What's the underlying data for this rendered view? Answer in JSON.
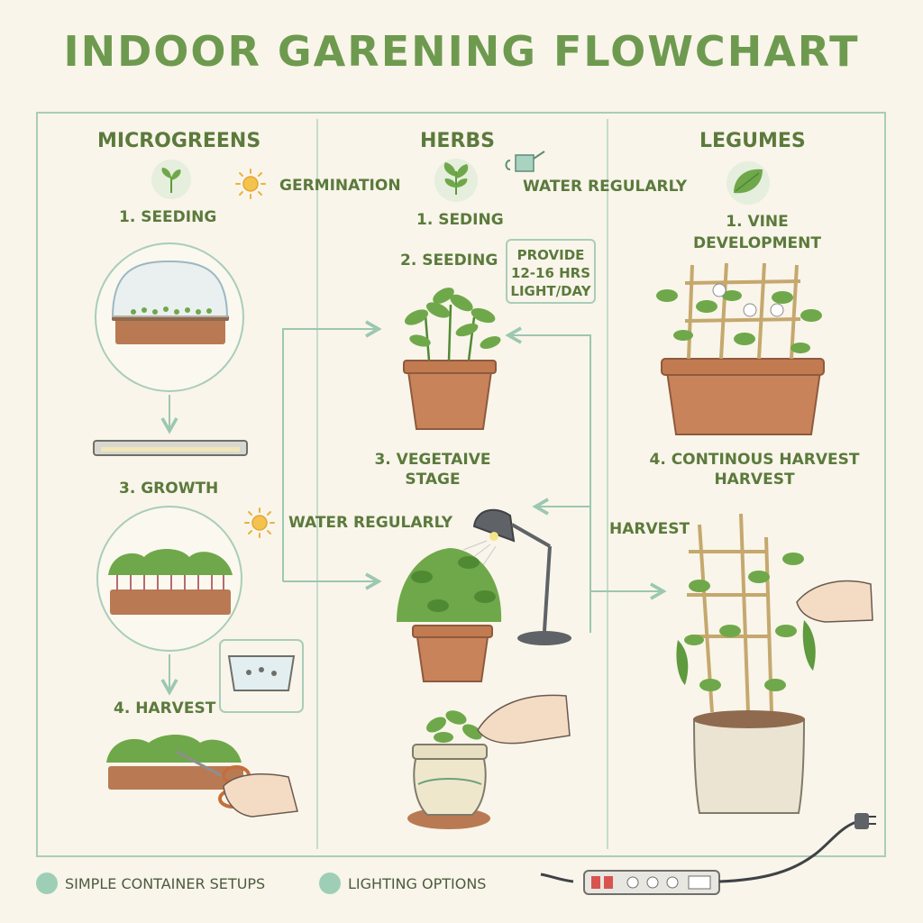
{
  "title": "INDOOR GARENING FLOWCHART",
  "columns": {
    "microgreens": {
      "heading": "MICROGREENS",
      "germination": "GERMINATION",
      "step1": "1. SEEDING",
      "step3": "3. GROWTH",
      "water": "WATER REGULARLY",
      "step4": "4. HARVEST"
    },
    "herbs": {
      "heading": "HERBS",
      "water": "WATER REGULARLY",
      "step1": "1. SEDING",
      "step2": "2. SEEDING",
      "light_note": [
        "PROVIDE",
        "12-16 HRS",
        "LIGHT/DAY"
      ],
      "step3_line1": "3. VEGETAIVE",
      "step3_line2": "STAGE"
    },
    "legumes": {
      "heading": "LEGUMES",
      "step1_line1": "1. VINE",
      "step1_line2": "DEVELOPMENT",
      "step4_line1": "4. CONTINOUS HARVEST",
      "step4_line2": "HARVEST",
      "harvest": "HARVEST"
    }
  },
  "legend": {
    "item1": "SIMPLE CONTAINER SETUPS",
    "item2": "LIGHTING OPTIONS"
  },
  "colors": {
    "background": "#f9f5ea",
    "title": "#6e9a4f",
    "label": "#5b7a3c",
    "frame": "#a9cdb8",
    "arrow": "#9cc7b1",
    "pot": "#c9835a",
    "leaf": "#5f9a3e"
  },
  "icons": [
    "sprout-icon",
    "sun-icon",
    "herb-leaf-icon",
    "watering-can-icon",
    "leaf-icon",
    "desk-lamp-icon",
    "scissors-icon",
    "power-strip-icon"
  ]
}
